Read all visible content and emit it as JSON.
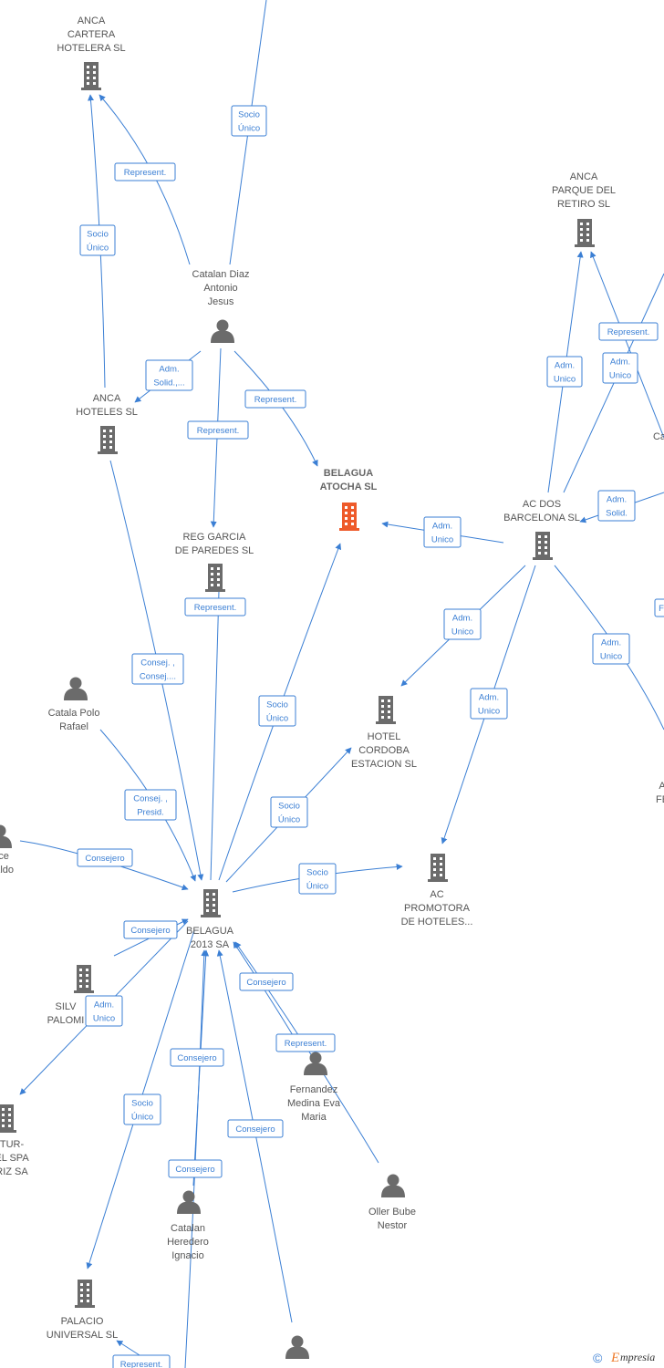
{
  "colors": {
    "edge": "#3b7fd4",
    "node": "#6b6b6b",
    "focus": "#ee5a2a"
  },
  "nodes": [
    {
      "id": "anca_cartera",
      "type": "company",
      "lines": [
        "ANCA",
        "CARTERA",
        "HOTELERA SL"
      ]
    },
    {
      "id": "catalan_diaz",
      "type": "person",
      "lines": [
        "Catalan Diaz",
        "Antonio",
        "Jesus"
      ]
    },
    {
      "id": "anca_hoteles",
      "type": "company",
      "lines": [
        "ANCA",
        "HOTELES SL"
      ]
    },
    {
      "id": "belagua_atocha",
      "type": "company",
      "focus": true,
      "lines": [
        "BELAGUA",
        "ATOCHA  SL"
      ]
    },
    {
      "id": "reg_garcia",
      "type": "company",
      "lines": [
        "REG GARCIA",
        "DE PAREDES SL"
      ]
    },
    {
      "id": "anca_parque",
      "type": "company",
      "lines": [
        "ANCA",
        "PARQUE DEL",
        "RETIRO SL"
      ]
    },
    {
      "id": "ac_dos",
      "type": "company",
      "lines": [
        "AC DOS",
        "BARCELONA SL"
      ]
    },
    {
      "id": "hotel_cordoba",
      "type": "company",
      "lines": [
        "HOTEL",
        "CORDOBA",
        "ESTACION  SL"
      ]
    },
    {
      "id": "ac_promotora",
      "type": "company",
      "lines": [
        "AC",
        "PROMOTORA",
        "DE HOTELES..."
      ]
    },
    {
      "id": "catala_polo",
      "type": "person",
      "lines": [
        "Catala Polo",
        "Rafael"
      ]
    },
    {
      "id": "belagua_2013",
      "type": "company",
      "lines": [
        "BELAGUA",
        "2013 SA"
      ]
    },
    {
      "id": "aldo",
      "type": "person",
      "lines": [
        "ce",
        "Aldo"
      ]
    },
    {
      "id": "silv",
      "type": "company",
      "lines": [
        "SILV",
        "PALOMI"
      ]
    },
    {
      "id": "tur",
      "type": "company",
      "lines": [
        "TUR-",
        "EL SPA",
        "RIZ SA"
      ]
    },
    {
      "id": "fernandez",
      "type": "person",
      "lines": [
        "Fernandez",
        "Medina Eva",
        "Maria"
      ]
    },
    {
      "id": "oller",
      "type": "person",
      "lines": [
        "Oller Bube",
        "Nestor"
      ]
    },
    {
      "id": "catalan_heredero",
      "type": "person",
      "lines": [
        "Catalan",
        "Heredero",
        "Ignacio"
      ]
    },
    {
      "id": "palacio",
      "type": "company",
      "lines": [
        "PALACIO",
        "UNIVERSAL  SL"
      ]
    },
    {
      "id": "bottom_person",
      "type": "person",
      "lines": []
    },
    {
      "id": "right_ca",
      "type": "text",
      "lines": [
        "Ca"
      ]
    },
    {
      "id": "right_fe",
      "type": "text",
      "lines": [
        "A",
        "FE"
      ]
    }
  ],
  "edges": [
    {
      "label": [
        "Socio",
        "Único"
      ]
    },
    {
      "label": [
        "Represent."
      ]
    },
    {
      "label": [
        "Socio",
        "Único"
      ]
    },
    {
      "label": [
        "Adm.",
        "Solid.,..."
      ]
    },
    {
      "label": [
        "Represent."
      ]
    },
    {
      "label": [
        "Represent."
      ]
    },
    {
      "label": [
        "Represent."
      ]
    },
    {
      "label": [
        "Adm.",
        "Unico"
      ]
    },
    {
      "label": [
        "Adm.",
        "Unico"
      ]
    },
    {
      "label": [
        "Represent."
      ]
    },
    {
      "label": [
        "Adm.",
        "Unico"
      ]
    },
    {
      "label": [
        "Adm.",
        "Solid."
      ]
    },
    {
      "label": [
        "Adm.",
        "Unico"
      ]
    },
    {
      "label": [
        "Adm.",
        "Unico"
      ]
    },
    {
      "label": [
        "Adm.",
        "Unico"
      ]
    },
    {
      "label": [
        "Consej. ,",
        "Consej...."
      ]
    },
    {
      "label": [
        "Socio",
        "Único"
      ]
    },
    {
      "label": [
        "Consej. ,",
        "Presid."
      ]
    },
    {
      "label": [
        "Socio",
        "Único"
      ]
    },
    {
      "label": [
        "Consejero"
      ]
    },
    {
      "label": [
        "Socio",
        "Único"
      ]
    },
    {
      "label": [
        "Consejero"
      ]
    },
    {
      "label": [
        "Adm.",
        "Unico"
      ]
    },
    {
      "label": [
        "Consejero"
      ]
    },
    {
      "label": [
        "Represent."
      ]
    },
    {
      "label": [
        "Consejero"
      ]
    },
    {
      "label": [
        "Socio",
        "Único"
      ]
    },
    {
      "label": [
        "Consejero"
      ]
    },
    {
      "label": [
        "Consejero"
      ]
    },
    {
      "label": [
        "Represent."
      ]
    },
    {
      "label": [
        "F"
      ]
    }
  ],
  "brand": {
    "symbol": "©",
    "name": "mpresia",
    "initial": "E"
  }
}
